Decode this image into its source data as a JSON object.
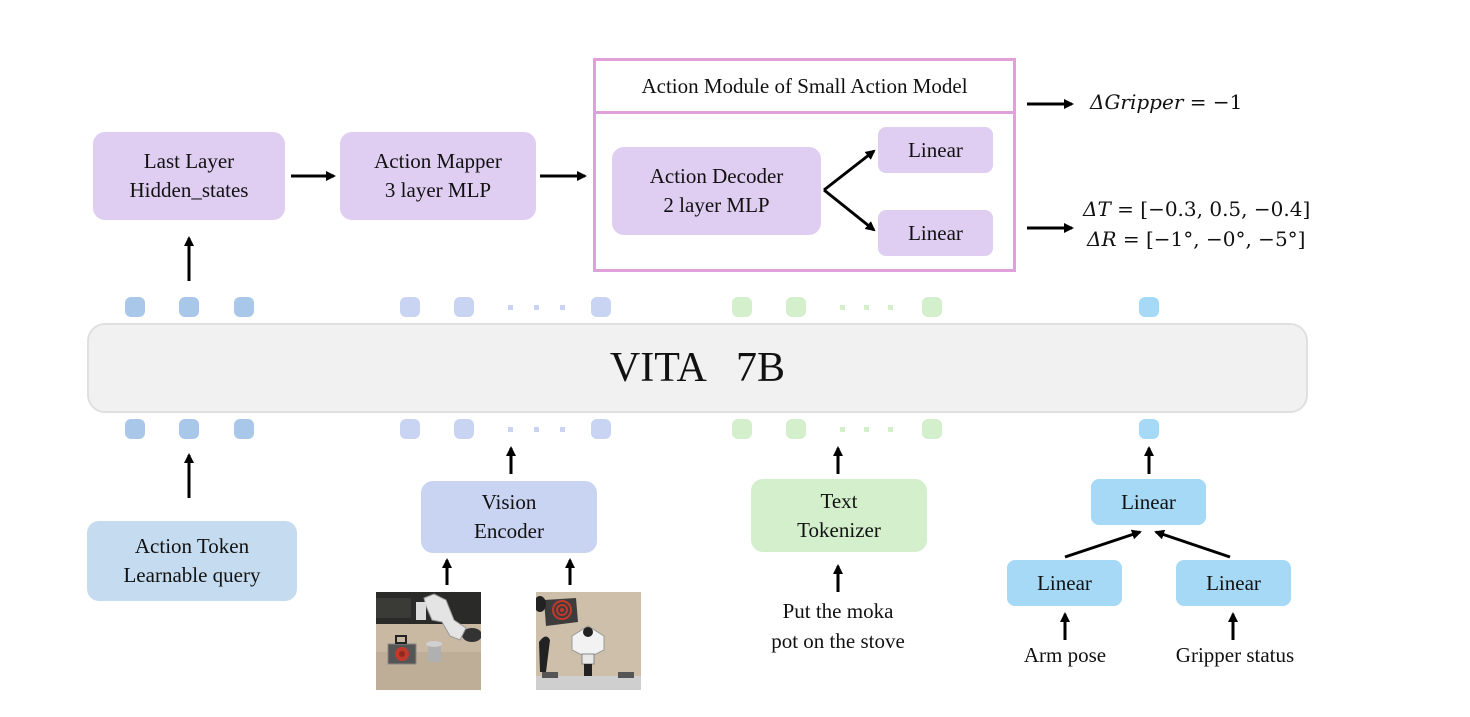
{
  "diagram": {
    "title": "VITA-based Vision-Language-Action architecture",
    "backbone": {
      "label": "VITA   7B"
    },
    "top_row": {
      "last_layer": {
        "line1": "Last Layer",
        "line2": "Hidden_states"
      },
      "action_mapper": {
        "line1": "Action Mapper",
        "line2": "3 layer MLP"
      }
    },
    "action_module": {
      "title": "Action Module of Small Action Model",
      "decoder": {
        "line1": "Action Decoder",
        "line2": "2 layer MLP"
      },
      "linear_top": "Linear",
      "linear_bottom": "Linear"
    },
    "outputs": {
      "gripper": {
        "lhs": "ΔGripper",
        "rhs": " = −1"
      },
      "translation": {
        "lhs": "ΔT",
        "rhs": " = [−0.3, 0.5, −0.4]"
      },
      "rotation": {
        "lhs": "ΔR",
        "rhs": " = [−1°, −0°, −5°]"
      }
    },
    "inputs": {
      "action_token": {
        "line1": "Action Token",
        "line2": "Learnable query"
      },
      "vision_encoder": {
        "line1": "Vision",
        "line2": "Encoder"
      },
      "text_tokenizer": {
        "line1": "Text",
        "line2": "Tokenizer"
      },
      "instruction": {
        "line1": "Put the moka",
        "line2": "pot on the stove"
      },
      "proprio": {
        "linear_merge": "Linear",
        "linear_arm": "Linear",
        "linear_gripper": "Linear",
        "arm_label": "Arm pose",
        "gripper_label": "Gripper status"
      },
      "images": [
        {
          "name": "third-person-camera-view",
          "description": "robot arm near moka pot and stove"
        },
        {
          "name": "wrist-camera-view",
          "description": "wrist view of moka pot above stove"
        }
      ]
    },
    "colors": {
      "llm_module": "#dfcdf2",
      "action_token": "#c5dbf0",
      "vision": "#c9d3f2",
      "text": "#d3efcb",
      "proprio": "#a6d9f5",
      "module_border": "#e0a0da",
      "backbone": "#f1f1f1"
    }
  }
}
